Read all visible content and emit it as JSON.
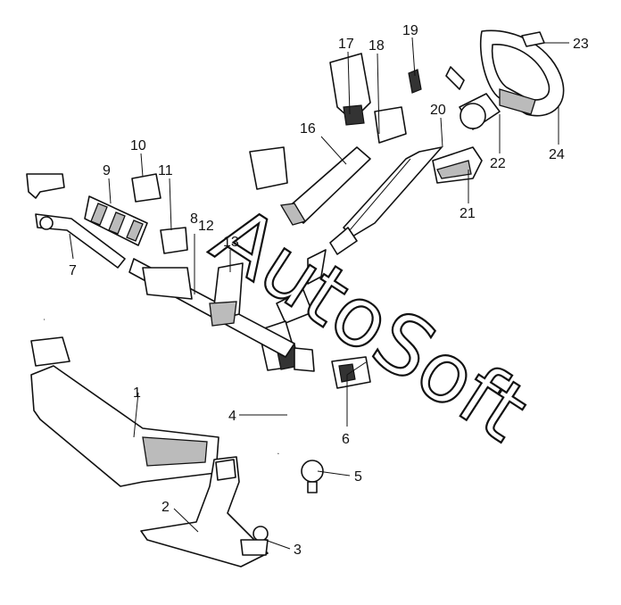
{
  "watermark": "AutoSoft",
  "callouts": [
    "1",
    "2",
    "3",
    "4",
    "5",
    "6",
    "7",
    "8",
    "9",
    "10",
    "11",
    "12",
    "13",
    "16",
    "17",
    "18",
    "19",
    "20",
    "21",
    "22",
    "23",
    "24"
  ]
}
